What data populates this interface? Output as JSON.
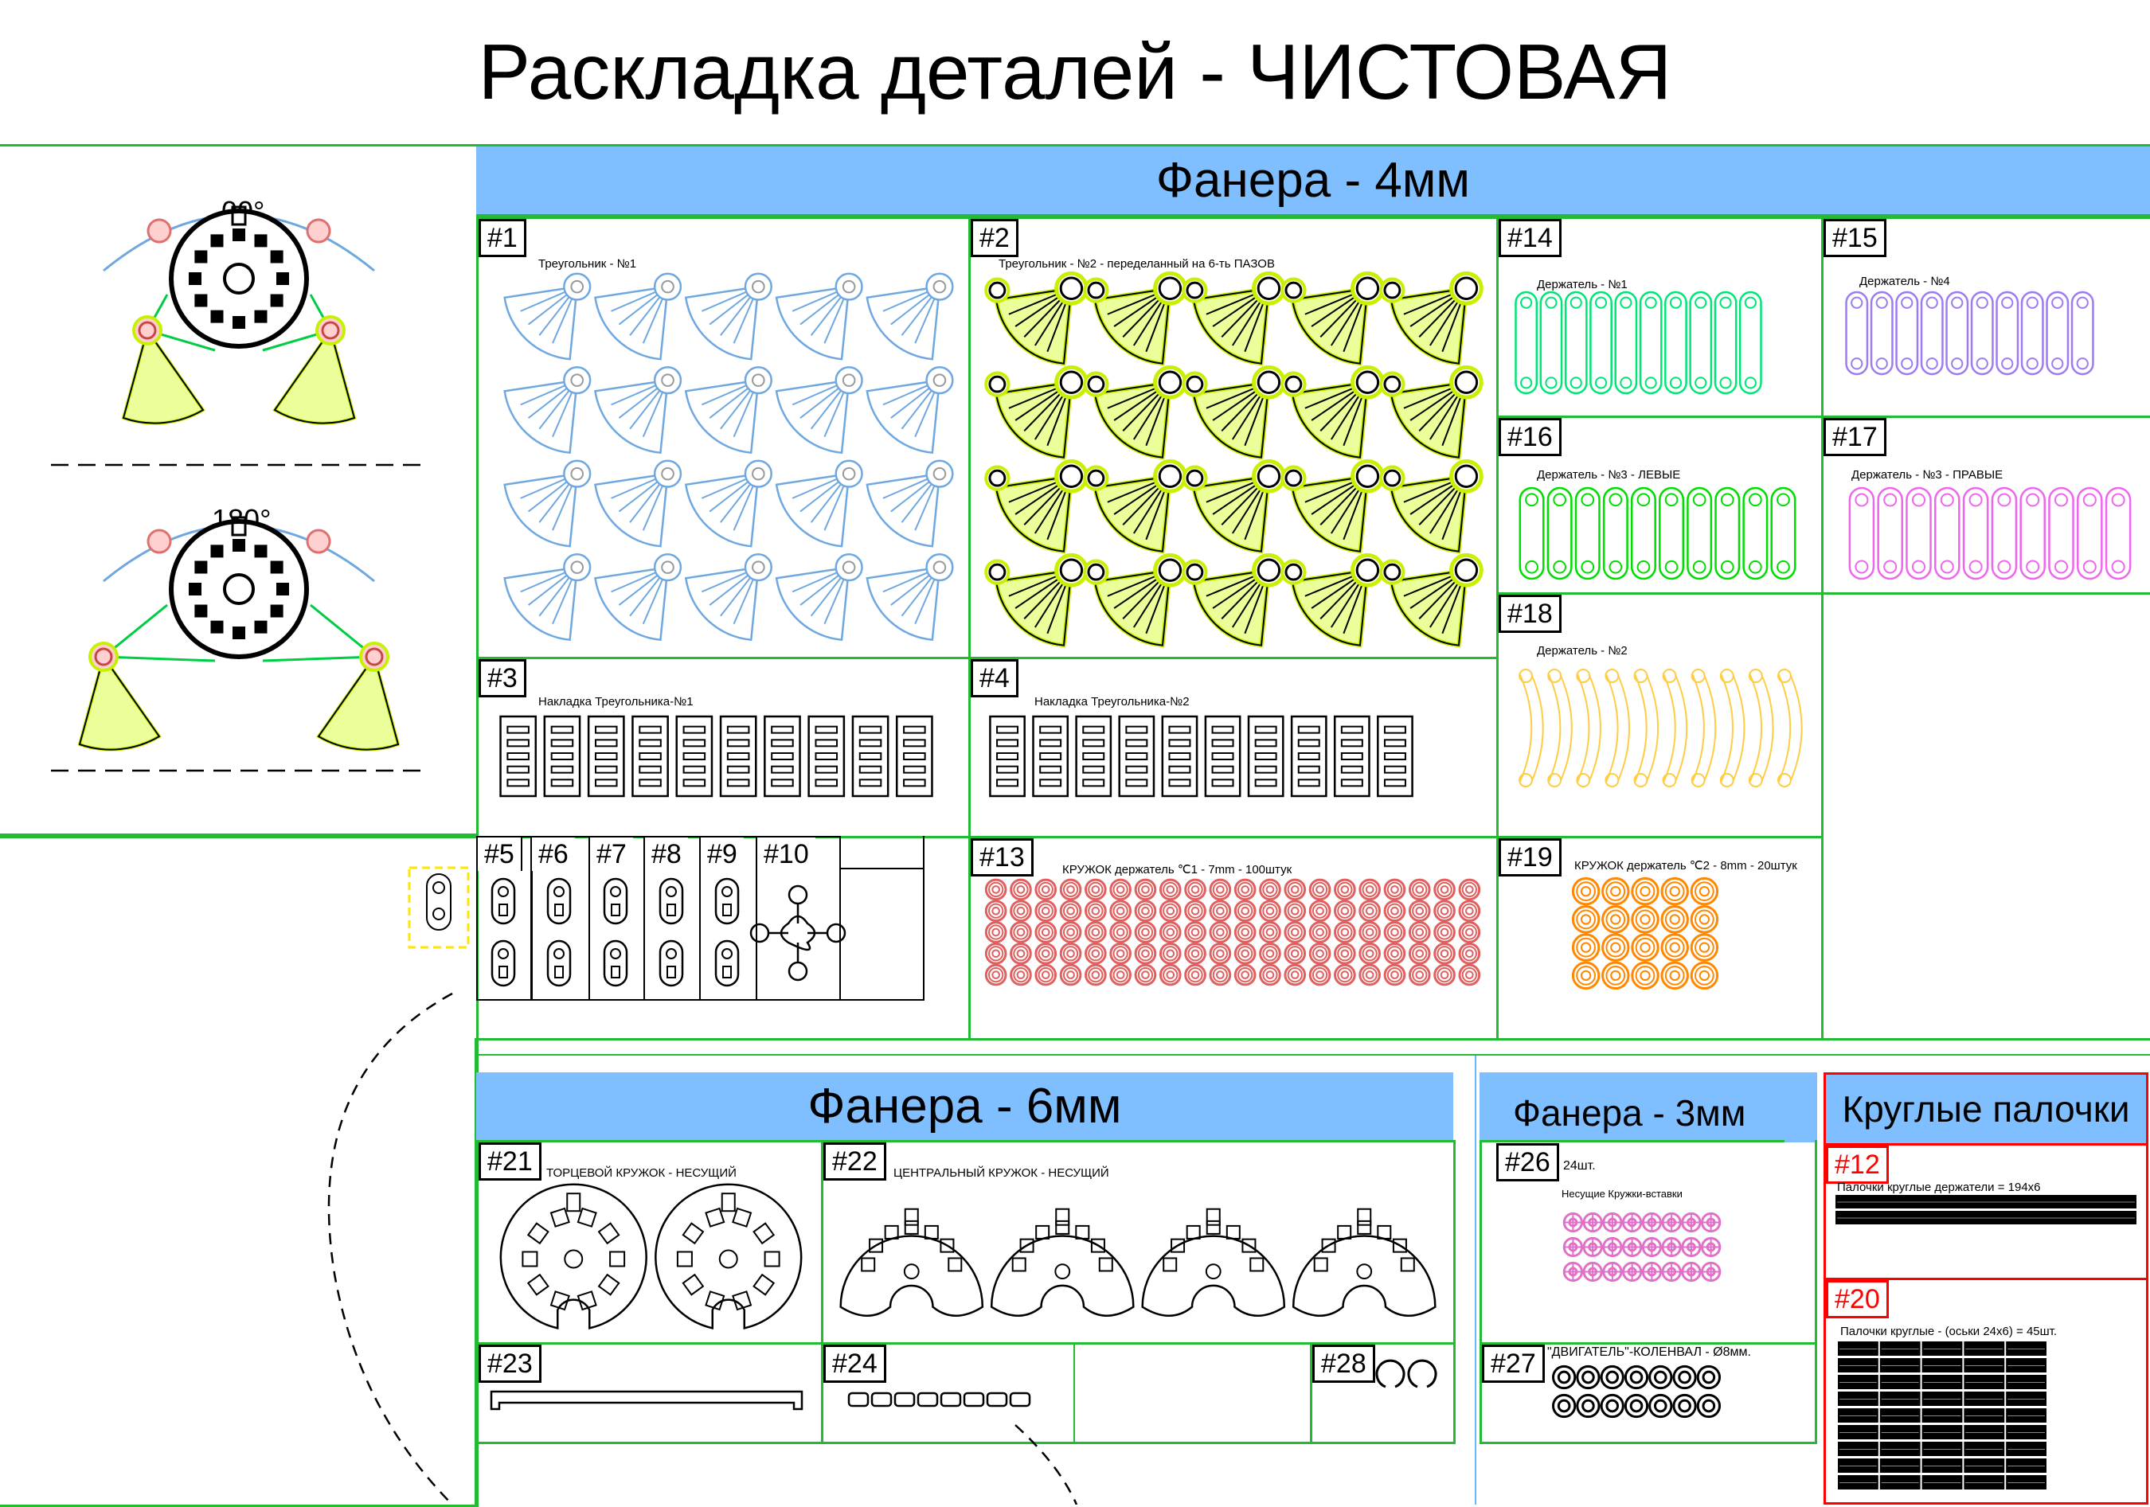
{
  "title": "Раскладка деталей - ЧИСТОВАЯ",
  "left_panel": {
    "angle_top": "00°",
    "angle_bottom": "180°"
  },
  "sections": {
    "plywood_4": "Фанера - 4мм",
    "plywood_6": "Фанера - 6мм",
    "plywood_3": "Фанера - 3мм",
    "round_sticks": "Круглые палочки"
  },
  "cells": {
    "c1": {
      "tag": "#1",
      "caption": "Треугольник - №1"
    },
    "c2": {
      "tag": "#2",
      "caption": "Треугольник - №2 - переделанный на 6-ть ПАЗОВ"
    },
    "c3": {
      "tag": "#3",
      "caption": "Накладка Треугольника-№1"
    },
    "c4": {
      "tag": "#4",
      "caption": "Накладка Треугольника-№2"
    },
    "c5": {
      "tag": "#5"
    },
    "c6": {
      "tag": "#6"
    },
    "c7": {
      "tag": "#7"
    },
    "c8": {
      "tag": "#8"
    },
    "c9": {
      "tag": "#9"
    },
    "c10": {
      "tag": "#10"
    },
    "c12": {
      "tag": "#12",
      "caption": "Палочки круглые держатели = 194х6"
    },
    "c13": {
      "tag": "#13",
      "caption": "КРУЖОК держатель ℃1 - 7mm - 100штук"
    },
    "c14": {
      "tag": "#14",
      "caption": "Держатель - №1"
    },
    "c15": {
      "tag": "#15",
      "caption": "Держатель - №4"
    },
    "c16": {
      "tag": "#16",
      "caption": "Держатель - №3 - ЛЕВЫЕ"
    },
    "c17": {
      "tag": "#17",
      "caption": "Держатель - №3 - ПРАВЫЕ"
    },
    "c18": {
      "tag": "#18",
      "caption": "Держатель - №2"
    },
    "c19": {
      "tag": "#19",
      "caption": "КРУЖОК держатель ℃2 - 8mm - 20штук"
    },
    "c20": {
      "tag": "#20",
      "caption": "Палочки круглые - (оськи 24х6) = 45шт."
    },
    "c21": {
      "tag": "#21",
      "caption": "ТОРЦЕВОЙ КРУЖОК -  НЕСУЩИЙ"
    },
    "c22": {
      "tag": "#22",
      "caption": "ЦЕНТРАЛЬНЫЙ КРУЖОК - НЕСУЩИЙ"
    },
    "c23": {
      "tag": "#23"
    },
    "c24": {
      "tag": "#24"
    },
    "c26": {
      "tag": "#26",
      "note": "24шт.",
      "caption": "Несущие Кружки-вставки"
    },
    "c27": {
      "tag": "#27",
      "caption": "\"ДВИГАТЕЛЬ\"-КОЛЕНВАЛ - Ø8мм."
    },
    "c28": {
      "tag": "#28"
    }
  },
  "layouts": {
    "c1": {
      "rows": 4,
      "cols": 5,
      "shape": "fan",
      "color": "#6fa8e0"
    },
    "c2": {
      "rows": 4,
      "cols": 5,
      "shape": "fan2",
      "color": "#c8f000"
    },
    "c3": {
      "rows": 1,
      "cols": 10,
      "shape": "overlay",
      "color": "#000000"
    },
    "c4": {
      "rows": 1,
      "cols": 10,
      "shape": "overlay",
      "color": "#000000"
    },
    "c13": {
      "rows": 5,
      "cols": 20,
      "shape": "ring",
      "color": "#e06060"
    },
    "c14": {
      "rows": 1,
      "cols": 10,
      "shape": "holder",
      "color": "#00e676"
    },
    "c15": {
      "rows": 1,
      "cols": 10,
      "shape": "holder",
      "color": "#9c7cf0"
    },
    "c16": {
      "rows": 1,
      "cols": 10,
      "shape": "holder",
      "color": "#00dd00"
    },
    "c17": {
      "rows": 1,
      "cols": 10,
      "shape": "holder",
      "color": "#ee66ee"
    },
    "c18": {
      "rows": 1,
      "cols": 10,
      "shape": "arc",
      "color": "#ffcc44"
    },
    "c19": {
      "rows": 4,
      "cols": 5,
      "shape": "ring",
      "color": "#ff8800"
    },
    "c21": {
      "rows": 1,
      "cols": 2,
      "shape": "disk",
      "color": "#000000"
    },
    "c22": {
      "rows": 1,
      "cols": 4,
      "shape": "disk2",
      "color": "#000000"
    },
    "c26": {
      "rows": 3,
      "cols": 8,
      "shape": "cross",
      "color": "#e070c8"
    },
    "c27": {
      "rows": 2,
      "cols": 7,
      "shape": "ring2",
      "color": "#000000"
    },
    "c12": {
      "rows": 2,
      "cols": 1,
      "shape": "bar",
      "color": "#000000"
    },
    "c20": {
      "rows": 9,
      "cols": 5,
      "shape": "bar",
      "color": "#000000"
    }
  },
  "colors": {
    "border": "#22bb33",
    "header": "#80bfff",
    "red": "#ff0000"
  }
}
